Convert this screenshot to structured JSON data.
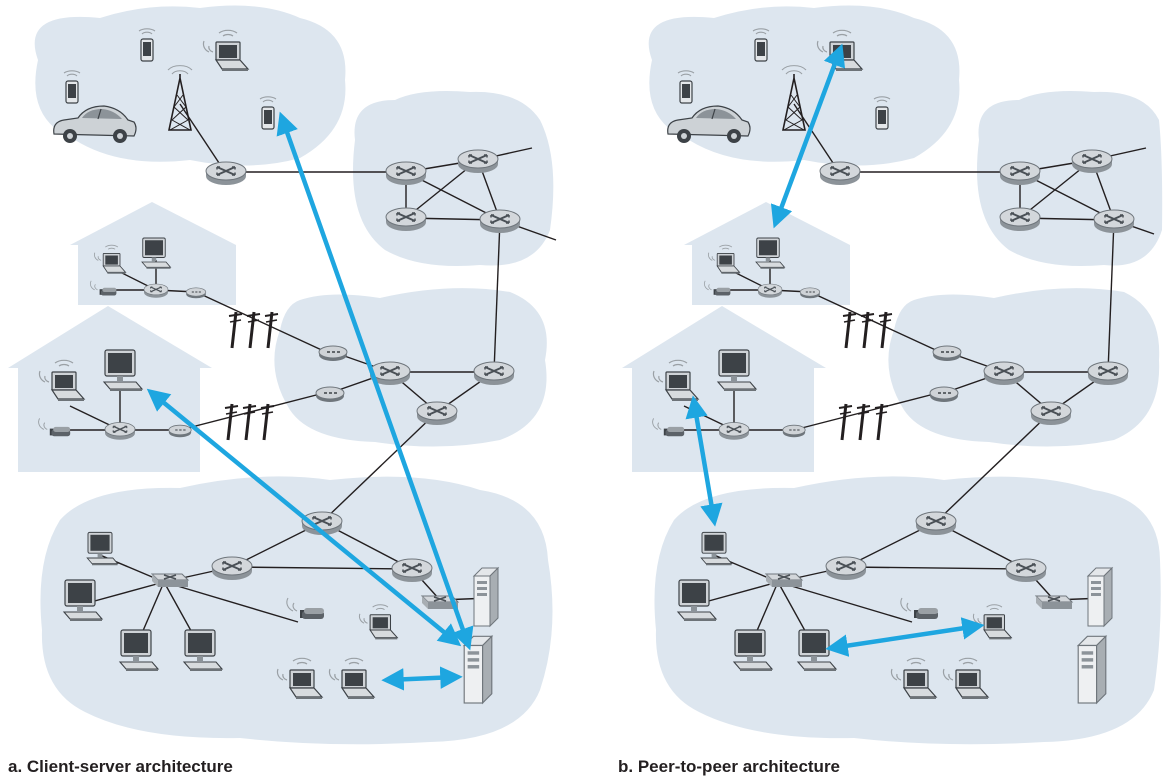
{
  "figure": {
    "panels": [
      {
        "id": "a",
        "caption": "a. Client-server architecture"
      },
      {
        "id": "b",
        "caption": "b. Peer-to-peer architecture"
      }
    ]
  },
  "colors": {
    "cloud": "#dde6ef",
    "house": "#dde6ef",
    "link": "#231f20",
    "communication_arrow": "#1ea6e0",
    "router_fill": "#c9ced3",
    "device_dark": "#3d4247",
    "caption_text": "#231f20"
  },
  "icons": [
    "router-icon",
    "switch-icon",
    "laptop-icon",
    "desktop-icon",
    "server-icon",
    "smartphone-icon",
    "car-icon",
    "cell-tower-icon",
    "modem-icon",
    "utility-pole-icon",
    "house-icon",
    "network-cloud-icon"
  ]
}
